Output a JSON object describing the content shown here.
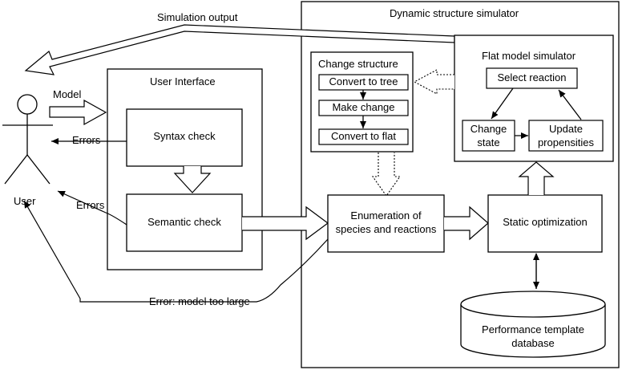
{
  "labels": {
    "simulation_output": "Simulation output",
    "dynamic_simulator": "Dynamic structure simulator",
    "flat_model_simulator": "Flat model simulator",
    "change_structure": "Change structure",
    "convert_to_tree": "Convert to tree",
    "make_change": "Make change",
    "convert_to_flat": "Convert to flat",
    "select_reaction": "Select reaction",
    "change_state_1": "Change",
    "change_state_2": "state",
    "update_propensities_1": "Update",
    "update_propensities_2": "propensities",
    "user_interface": "User Interface",
    "model": "Model",
    "errors_1": "Errors",
    "errors_2": "Errors",
    "syntax_check": "Syntax check",
    "semantic_check": "Semantic check",
    "enumeration_1": "Enumeration of",
    "enumeration_2": "species and reactions",
    "static_optimization": "Static optimization",
    "user": "User",
    "error_too_large": "Error: model too large",
    "perf_db_1": "Performance template",
    "perf_db_2": "database"
  },
  "colors": {
    "stroke": "#000000",
    "fill": "#ffffff"
  }
}
